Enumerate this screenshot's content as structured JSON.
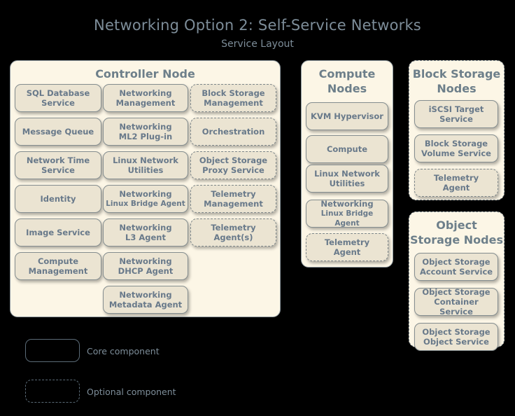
{
  "title": "Networking Option 2: Self-Service Networks",
  "subtitle": "Service Layout",
  "colors": {
    "background": "#000000",
    "panel_fill": "#fcf6e6",
    "box_fill": "#ebe4d2",
    "box_border": "#848d8f",
    "text": "#68798a",
    "title_text": "#7d8d99"
  },
  "panels": {
    "controller": {
      "title": "Controller Node",
      "border_style": "solid",
      "columns": [
        {
          "name": "column-1",
          "items": [
            {
              "line1": "SQL Database",
              "line2": "Service",
              "optional": false
            },
            {
              "line1": "Message Queue",
              "line2": "",
              "optional": false
            },
            {
              "line1": "Network Time",
              "line2": "Service",
              "optional": false
            },
            {
              "line1": "Identity",
              "line2": "",
              "optional": false
            },
            {
              "line1": "Image Service",
              "line2": "",
              "optional": false
            },
            {
              "line1": "Compute",
              "line2": "Management",
              "optional": false
            }
          ]
        },
        {
          "name": "column-2",
          "items": [
            {
              "line1": "Networking",
              "line2": "Management",
              "optional": false
            },
            {
              "line1": "Networking",
              "line2": "ML2 Plug-in",
              "optional": false
            },
            {
              "line1": "Linux Network",
              "line2": "Utilities",
              "optional": false
            },
            {
              "line1": "Networking",
              "line2": "Linux Bridge Agent",
              "optional": false,
              "small_second_line": true
            },
            {
              "line1": "Networking",
              "line2": "L3 Agent",
              "optional": false
            },
            {
              "line1": "Networking",
              "line2": "DHCP Agent",
              "optional": false
            },
            {
              "line1": "Networking",
              "line2": "Metadata Agent",
              "optional": false
            }
          ]
        },
        {
          "name": "column-3",
          "items": [
            {
              "line1": "Block Storage",
              "line2": "Management",
              "optional": true
            },
            {
              "line1": "Orchestration",
              "line2": "",
              "optional": true
            },
            {
              "line1": "Object Storage",
              "line2": "Proxy Service",
              "optional": true
            },
            {
              "line1": "Telemetry",
              "line2": "Management",
              "optional": true
            },
            {
              "line1": "Telemetry",
              "line2": "Agent(s)",
              "optional": true
            }
          ]
        }
      ]
    },
    "compute": {
      "title_line1": "Compute",
      "title_line2": "Nodes",
      "border_style": "solid",
      "items": [
        {
          "line1": "KVM Hypervisor",
          "line2": "",
          "optional": false
        },
        {
          "line1": "Compute",
          "line2": "",
          "optional": false
        },
        {
          "line1": "Linux Network",
          "line2": "Utilities",
          "optional": false
        },
        {
          "line1": "Networking",
          "line2": "Linux Bridge Agent",
          "optional": false,
          "small_second_line": true
        },
        {
          "line1": "Telemetry",
          "line2": "Agent",
          "optional": true
        }
      ]
    },
    "block_storage": {
      "title_line1": "Block Storage",
      "title_line2": "Nodes",
      "border_style": "dashed",
      "items": [
        {
          "line1": "iSCSI Target",
          "line2": "Service",
          "optional": false
        },
        {
          "line1": "Block Storage",
          "line2": "Volume Service",
          "optional": false
        },
        {
          "line1": "Telemetry",
          "line2": "Agent",
          "optional": true
        }
      ]
    },
    "object_storage": {
      "title_line1": "Object",
      "title_line2": "Storage Nodes",
      "border_style": "dashed",
      "items": [
        {
          "line1": "Object Storage",
          "line2": "Account Service",
          "optional": false
        },
        {
          "line1": "Object Storage",
          "line2": "Container Service",
          "optional": false
        },
        {
          "line1": "Object Storage",
          "line2": "Object Service",
          "optional": false
        }
      ]
    }
  },
  "legend": {
    "core_label": "Core component",
    "optional_label": "Optional component"
  }
}
